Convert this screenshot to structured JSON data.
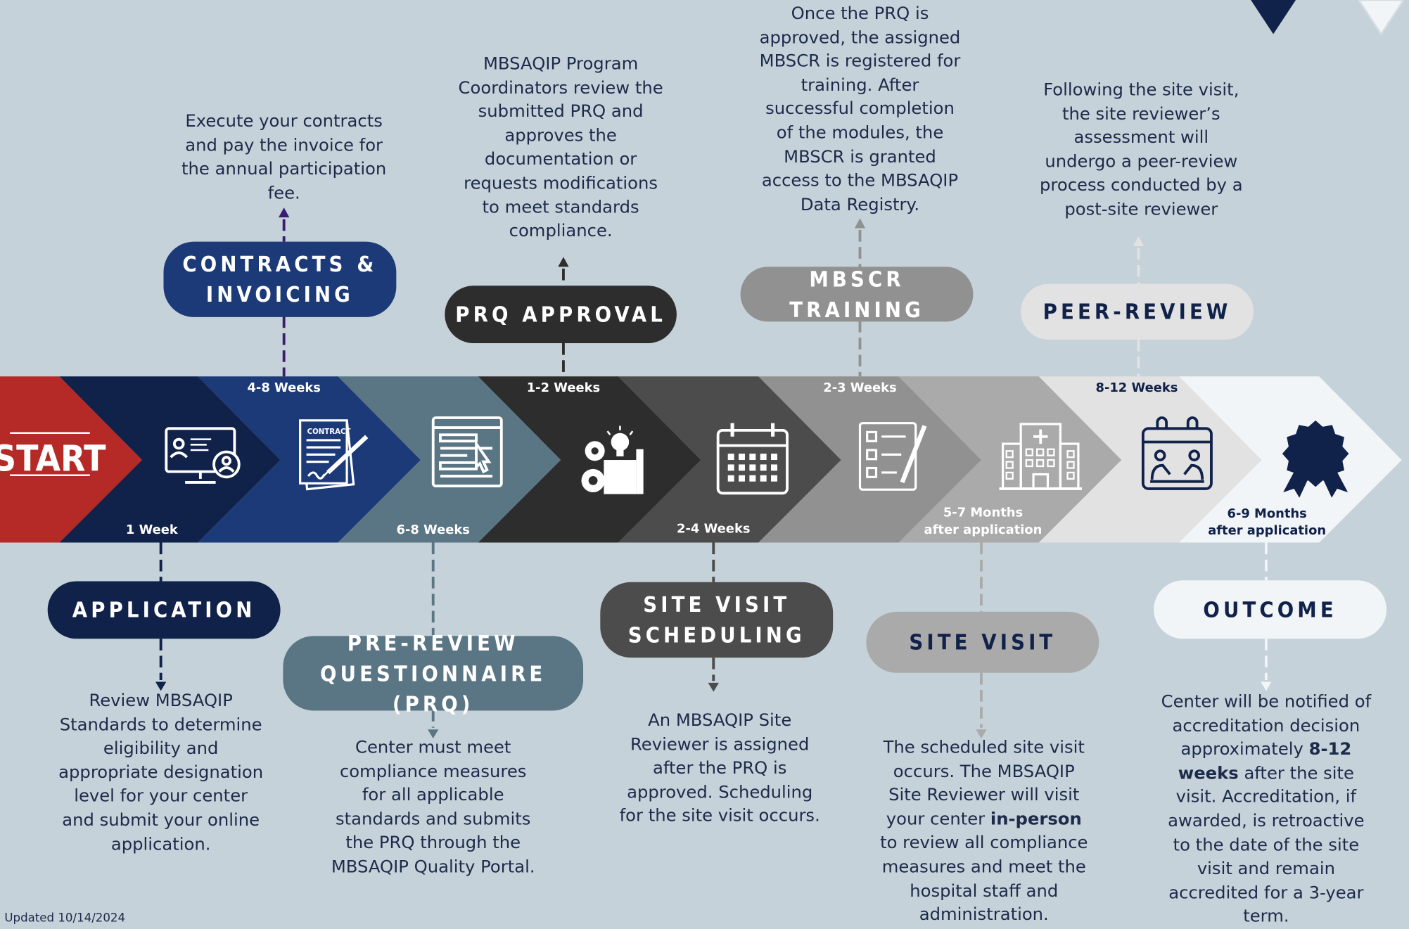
{
  "footer": "Updated 10/14/2024",
  "colors": {
    "background": "#c5d2d9",
    "start": "#b52a26",
    "application": "#10214a",
    "contracts": "#1c3a78",
    "prq": "#5a7583",
    "prq_approval": "#2d2d2d",
    "scheduling": "#4c4c4c",
    "training": "#919191",
    "site_visit": "#aaaaaa",
    "peer_review": "#e2e2e2",
    "outcome": "#f2f5f7"
  },
  "start_label": "START",
  "steps": {
    "application": {
      "title": "APPLICATION",
      "duration": "1 Week",
      "icon": "computer-user-icon",
      "description": "Review MBSAQIP Standards to determine eligibility and appropriate designation level for your center and submit your online application."
    },
    "contracts": {
      "title": "CONTRACTS & INVOICING",
      "duration": "4-8 Weeks",
      "icon": "contract-signing-icon",
      "icon_text": "CONTRACT",
      "description": "Execute your contracts and pay the invoice for the annual participation fee."
    },
    "prq": {
      "title": "PRE-REVIEW QUESTIONNAIRE (PRQ)",
      "duration": "6-8 Weeks",
      "icon": "online-form-icon",
      "description": "Center must meet compliance measures for all applicable standards and submits the PRQ through the MBSAQIP Quality Portal."
    },
    "prq_approval": {
      "title": "PRQ APPROVAL",
      "duration": "1-2 Weeks",
      "icon": "gears-idea-icon",
      "description": "MBSAQIP Program Coordinators review the submitted PRQ and approves the documentation or requests modifications to meet standards compliance."
    },
    "scheduling": {
      "title": "SITE VISIT SCHEDULING",
      "duration": "2-4 Weeks",
      "icon": "calendar-icon",
      "description": "An MBSAQIP Site Reviewer is assigned after the PRQ is approved. Scheduling for the site visit occurs."
    },
    "training": {
      "title": "MBSCR TRAINING",
      "duration": "2-3 Weeks",
      "icon": "checklist-icon",
      "description": "Once the PRQ is approved, the assigned MBSCR is registered for training. After successful completion of the modules, the MBSCR is granted access to the MBSAQIP Data Registry."
    },
    "site_visit": {
      "title": "SITE VISIT",
      "duration": "5-7 Months",
      "duration_sub": "after application",
      "icon": "hospital-icon",
      "description_parts": [
        "The scheduled site visit occurs. The MBSAQIP Site Reviewer will visit your center ",
        "in-person",
        " to review all compliance measures and meet the hospital staff and administration."
      ]
    },
    "peer_review": {
      "title": "PEER-REVIEW",
      "duration": "8-12 Weeks",
      "icon": "peer-meeting-icon",
      "description": "Following the site visit, the site reviewer’s assessment will undergo a peer-review process conducted by a post-site reviewer"
    },
    "outcome": {
      "title": "OUTCOME",
      "duration": "6-9 Months",
      "duration_sub": "after application",
      "icon": "award-ribbon-icon",
      "description_parts": [
        "Center will be notified of accreditation decision approximately ",
        "8-12 weeks",
        " after the site visit. Accreditation, if awarded, is retroactive to the date of the site visit and remain accredited for a 3-year term."
      ]
    }
  }
}
